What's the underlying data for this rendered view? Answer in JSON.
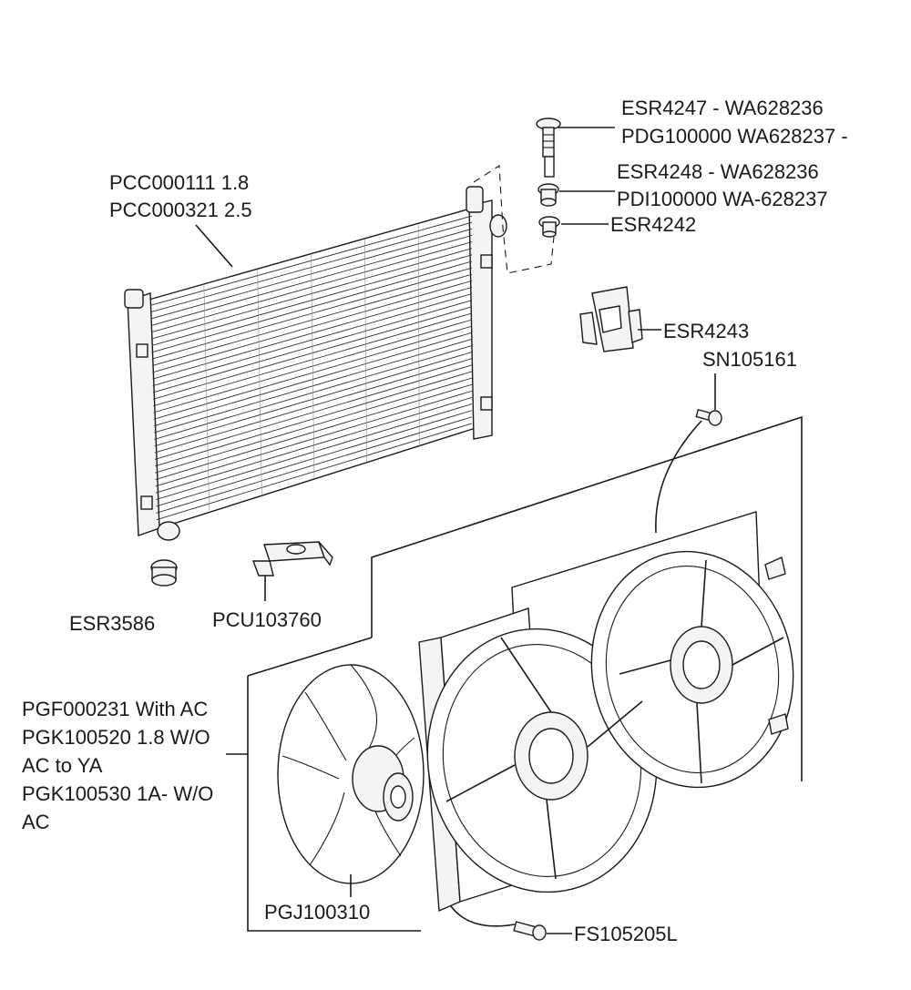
{
  "callouts": {
    "radiator": [
      "PCC000111 1.8",
      "PCC000321 2.5"
    ],
    "esr4247": [
      "ESR4247 - WA628236",
      "PDG100000 WA628237 -"
    ],
    "esr4248": [
      "ESR4248 - WA628236",
      "PDI100000 WA-628237"
    ],
    "esr4242": "ESR4242",
    "esr4243": "ESR4243",
    "sn105161": "SN105161",
    "esr3586": "ESR3586",
    "pcu103760": "PCU103760",
    "fan_assembly": [
      "PGF000231 With AC",
      "PGK100520 1.8 W/O",
      "AC to YA",
      "PGK100530 1A- W/O",
      "AC"
    ],
    "pgj100310": "PGJ100310",
    "fs105205l": "FS105205L"
  }
}
